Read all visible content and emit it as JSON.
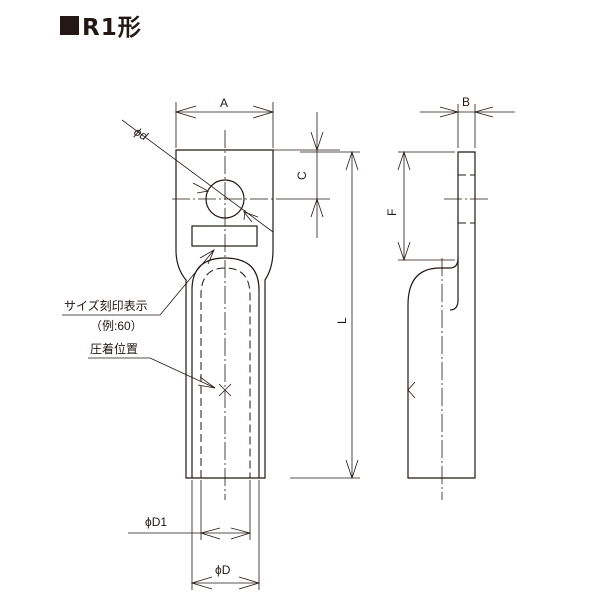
{
  "title": {
    "text": "R1形"
  },
  "dimensions": {
    "A": "A",
    "B": "B",
    "C": "C",
    "F": "F",
    "L": "L",
    "d": "ϕd",
    "D1": "ϕD1",
    "D": "ϕD"
  },
  "annotations": {
    "size_marking": "サイズ刻印表示",
    "size_example": "（例:60）",
    "crimp_position": "圧着位置"
  },
  "colors": {
    "line": "#231815",
    "background": "#ffffff"
  }
}
